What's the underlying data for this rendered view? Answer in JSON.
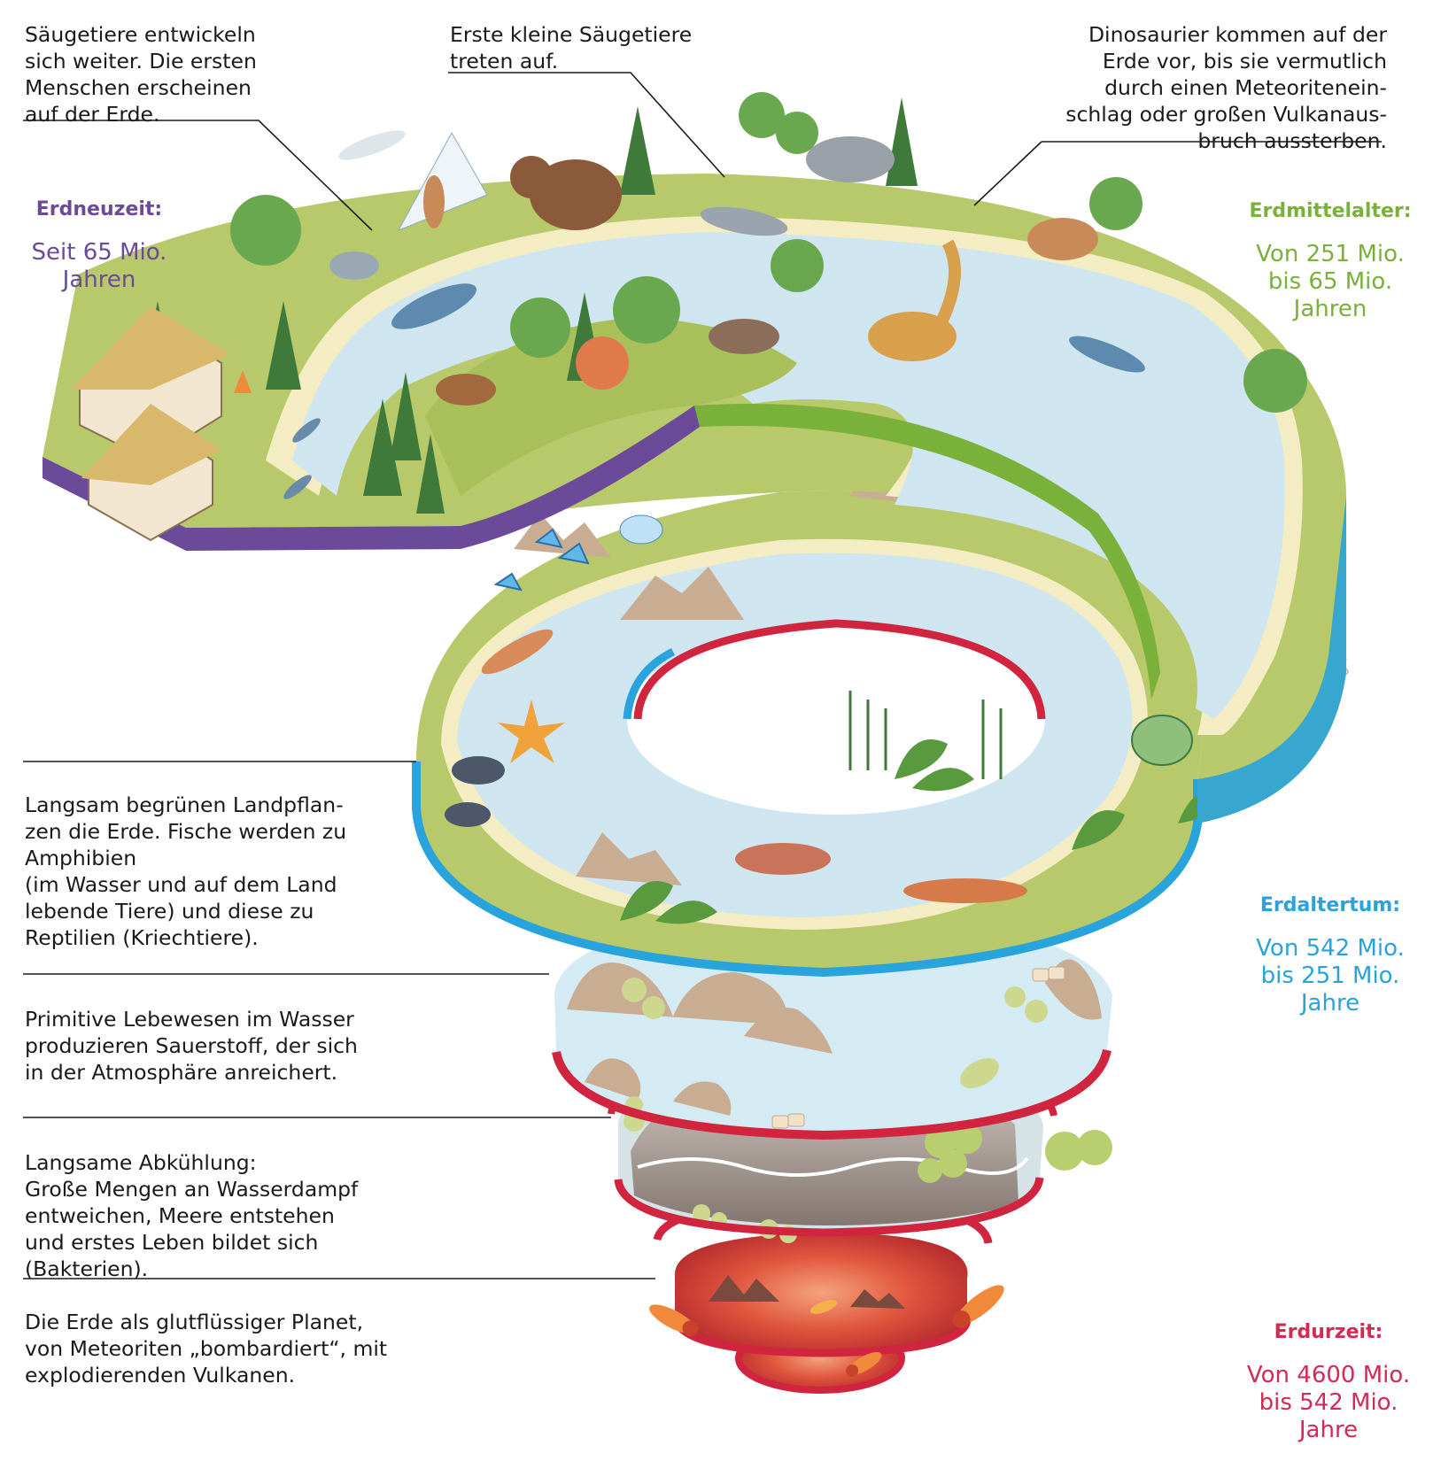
{
  "annotations": {
    "mammals_develop": "Säugetiere entwickeln\nsich weiter. Die ersten\nMenschen erscheinen\nauf der Erde.",
    "first_mammals": "Erste kleine Säugetiere\ntreten auf.",
    "dinosaurs": "Dinosaurier kommen auf der\nErde vor, bis sie vermutlich\ndurch einen Meteoritenein-\nschlag oder großen Vulkanaus-\nbruch aussterben.",
    "land_plants": "Langsam begrünen Landpflan-\nzen die Erde. Fische werden zu\nAmphibien\n(im Wasser und auf dem Land\nlebende Tiere) und diese zu\nReptilien (Kriechtiere).",
    "oxygen": "Primitive Lebewesen im Wasser\nproduzieren Sauerstoff, der sich\nin der Atmosphäre anreichert.",
    "cooling": "Langsame Abkühlung:\nGroße Mengen an Wasserdampf\nentweichen, Meere entstehen\nund erstes Leben bildet sich\n(Bakterien).",
    "molten": "Die Erde als glutflüssiger Planet,\nvon Meteoriten „bombardiert“, mit\nexplodierenden Vulkanen."
  },
  "eras": [
    {
      "name": "Erdneuzeit:",
      "range": "Seit 65 Mio.\nJahren",
      "color": "#6b4a9a"
    },
    {
      "name": "Erdmittelalter:",
      "range": "Von 251 Mio.\nbis 65 Mio.\nJahren",
      "color": "#79b13a"
    },
    {
      "name": "Erdaltertum:",
      "range": "Von 542 Mio.\nbis 251 Mio.\nJahre",
      "color": "#29a3dc"
    },
    {
      "name": "Erdurzeit:",
      "range": "Von 4600 Mio.\nbis 542 Mio.\nJahre",
      "color": "#d42a55"
    }
  ],
  "palette": {
    "land": "#b7c96a",
    "water": "#cfe6f1",
    "sand": "#f4ecc2",
    "rock": "#c9ad93",
    "tree": "#5a9a3e",
    "lava": "#d9503a"
  }
}
